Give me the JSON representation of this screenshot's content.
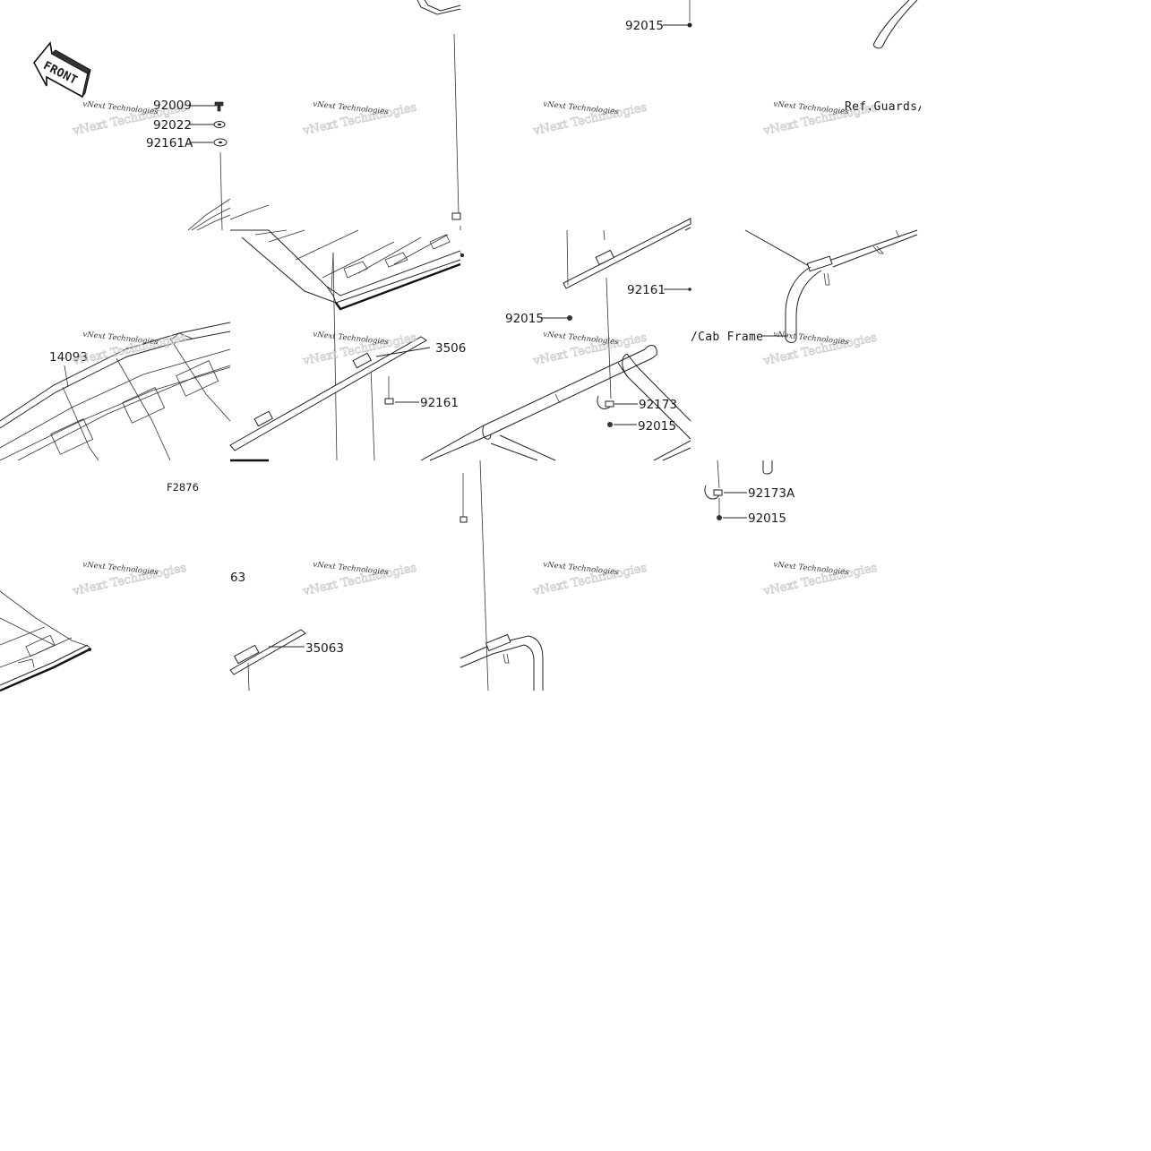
{
  "diagram": {
    "front_label": "FRONT",
    "figure_code": "F2876",
    "watermark": {
      "line1": "vNext Technologies",
      "line2": "vNext Technologies"
    },
    "part_labels": {
      "p92009": "92009",
      "p92022": "92022",
      "p92161A": "92161A",
      "p14093": "14093",
      "p92015_a": "92015",
      "p92015_b": "92015",
      "p92015_c": "92015",
      "p92015_d": "92015",
      "p92161_a": "92161",
      "p92161_b": "92161",
      "p92173": "92173",
      "p92173A": "92173A",
      "p35063_frag_a": "3506",
      "p35063_frag_b": "63",
      "p35063": "35063"
    },
    "reference_labels": {
      "ref_guards": "Ref.Guards/",
      "cab_frame": "/Cab Frame"
    }
  }
}
